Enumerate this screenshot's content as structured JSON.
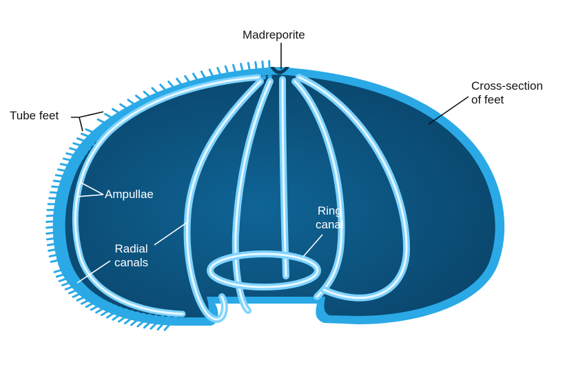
{
  "labels": {
    "madreporite": "Madreporite",
    "cross_section_line1": "Cross-section",
    "cross_section_line2": "of feet",
    "tube_feet": "Tube feet",
    "ampullae": "Ampullae",
    "radial_canals_line1": "Radial",
    "radial_canals_line2": "canals",
    "ring_canal_line1": "Ring",
    "ring_canal_line2": "canal"
  },
  "colors": {
    "body_dark": "#0a4a70",
    "body_mid": "#0d5a86",
    "rim": "#2aa9e6",
    "canal_glow": "#7fd3ff",
    "canal_core": "#eaf8ff",
    "leader_line": "#111111",
    "label_dark": "#111111",
    "label_light": "#ffffff"
  }
}
